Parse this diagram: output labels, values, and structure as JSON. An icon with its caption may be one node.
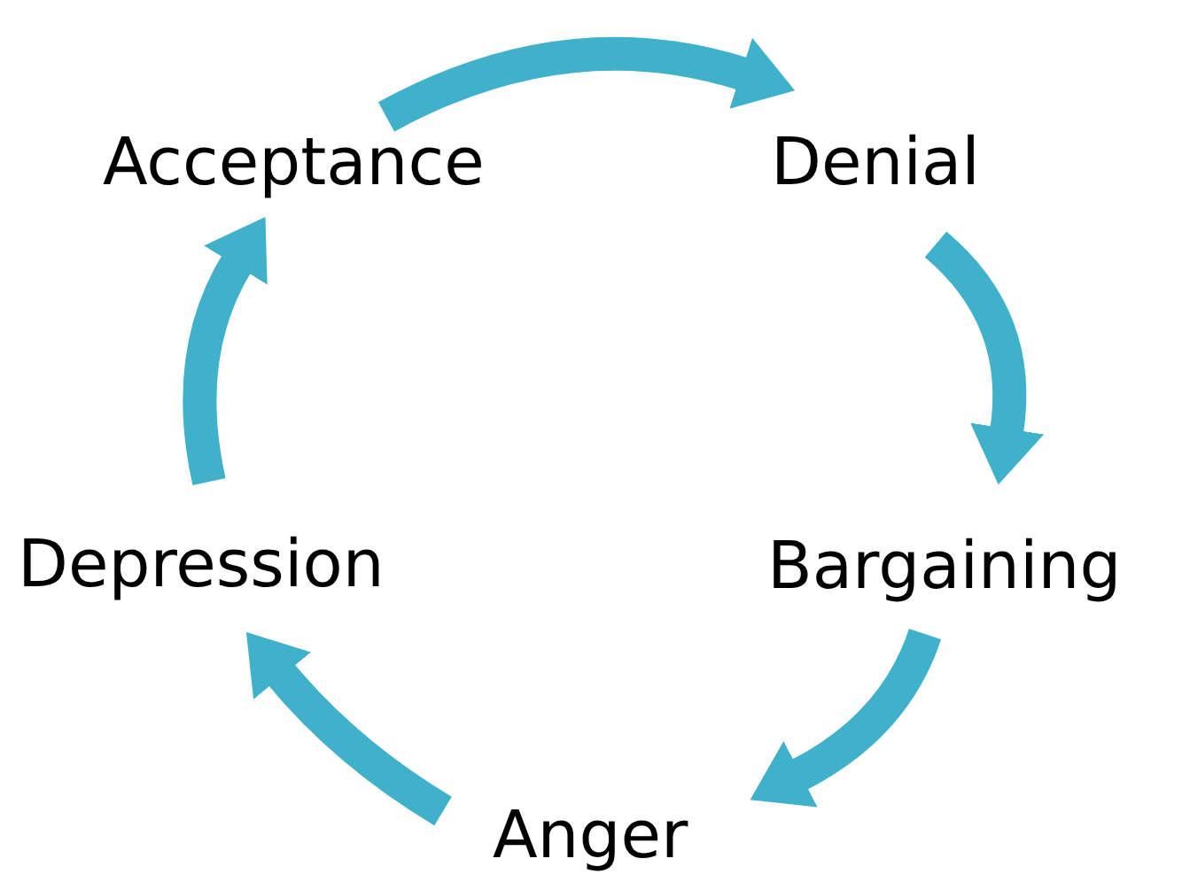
{
  "diagram": {
    "nodes": [
      {
        "text": [
          "Acceptance"
        ]
      },
      {
        "text": [
          "Denial"
        ]
      },
      {
        "text": [
          "Bargaining"
        ]
      },
      {
        "text": [
          "Anger"
        ]
      },
      {
        "text": [
          "Depression"
        ]
      }
    ],
    "edges": [
      {
        "from": 0,
        "to": 1,
        "arrow": "to"
      },
      {
        "from": 1,
        "to": 2,
        "arrow": "to"
      },
      {
        "from": 2,
        "to": 3,
        "arrow": "to"
      },
      {
        "from": 3,
        "to": 4,
        "arrow": "to"
      },
      {
        "from": 4,
        "to": 0,
        "arrow": "to"
      }
    ]
  }
}
